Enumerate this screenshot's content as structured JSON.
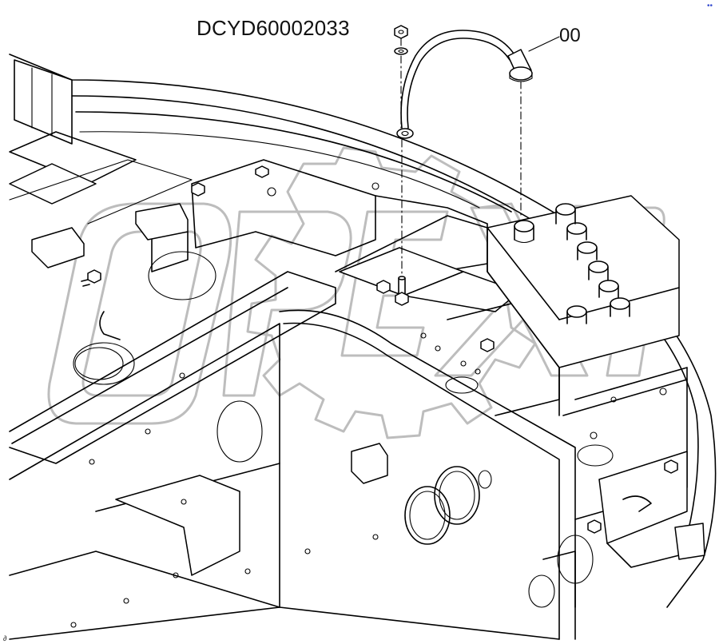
{
  "diagram": {
    "drawing_code": "DCYD60002033",
    "part_callout": "00",
    "corner_mark": "••",
    "page_mark": "∂"
  },
  "colors": {
    "line": "#000000",
    "watermark": "#bdbdbd",
    "corner_mark": "#3a4fd0"
  },
  "watermark": {
    "logo_text": "OPEX"
  }
}
